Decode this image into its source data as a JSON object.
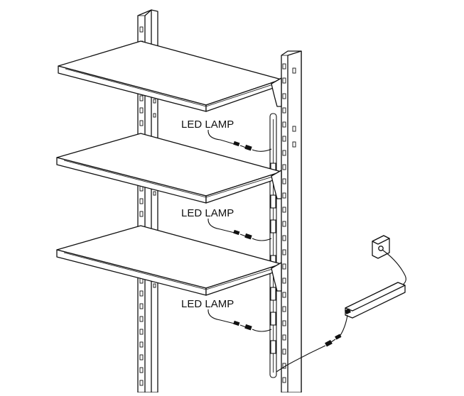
{
  "diagram": {
    "labels": [
      {
        "id": "led-lamp-top",
        "text": "LED LAMP"
      },
      {
        "id": "led-lamp-middle",
        "text": "LED LAMP"
      },
      {
        "id": "led-lamp-bottom",
        "text": "LED LAMP"
      }
    ]
  }
}
